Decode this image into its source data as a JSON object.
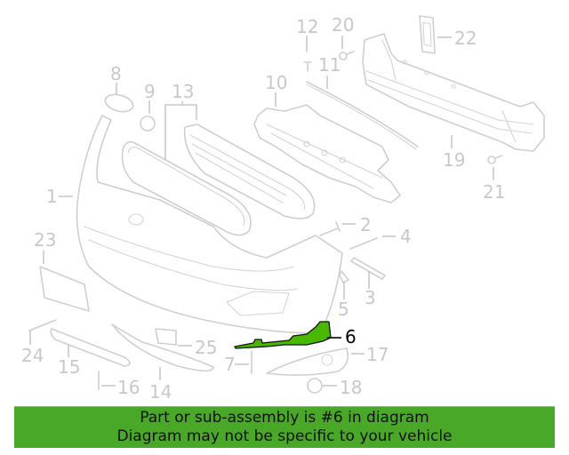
{
  "diagram": {
    "highlighted_part": "6",
    "highlight_color": "#49b800",
    "line_color": "#cfcfcf",
    "callouts": [
      {
        "id": "1",
        "label": "1"
      },
      {
        "id": "2",
        "label": "2"
      },
      {
        "id": "3",
        "label": "3"
      },
      {
        "id": "4",
        "label": "4"
      },
      {
        "id": "5",
        "label": "5"
      },
      {
        "id": "6",
        "label": "6"
      },
      {
        "id": "7",
        "label": "7"
      },
      {
        "id": "8",
        "label": "8"
      },
      {
        "id": "9",
        "label": "9"
      },
      {
        "id": "10",
        "label": "10"
      },
      {
        "id": "11",
        "label": "11"
      },
      {
        "id": "12",
        "label": "12"
      },
      {
        "id": "13",
        "label": "13"
      },
      {
        "id": "14",
        "label": "14"
      },
      {
        "id": "15",
        "label": "15"
      },
      {
        "id": "16",
        "label": "16"
      },
      {
        "id": "17",
        "label": "17"
      },
      {
        "id": "18",
        "label": "18"
      },
      {
        "id": "19",
        "label": "19"
      },
      {
        "id": "20",
        "label": "20"
      },
      {
        "id": "21",
        "label": "21"
      },
      {
        "id": "22",
        "label": "22"
      },
      {
        "id": "23",
        "label": "23"
      },
      {
        "id": "24",
        "label": "24"
      },
      {
        "id": "25",
        "label": "25"
      }
    ]
  },
  "banner": {
    "line1": "Part or sub-assembly is #6 in diagram",
    "line2": "Diagram may not be specific to your vehicle",
    "background_color": "#4aa829"
  }
}
